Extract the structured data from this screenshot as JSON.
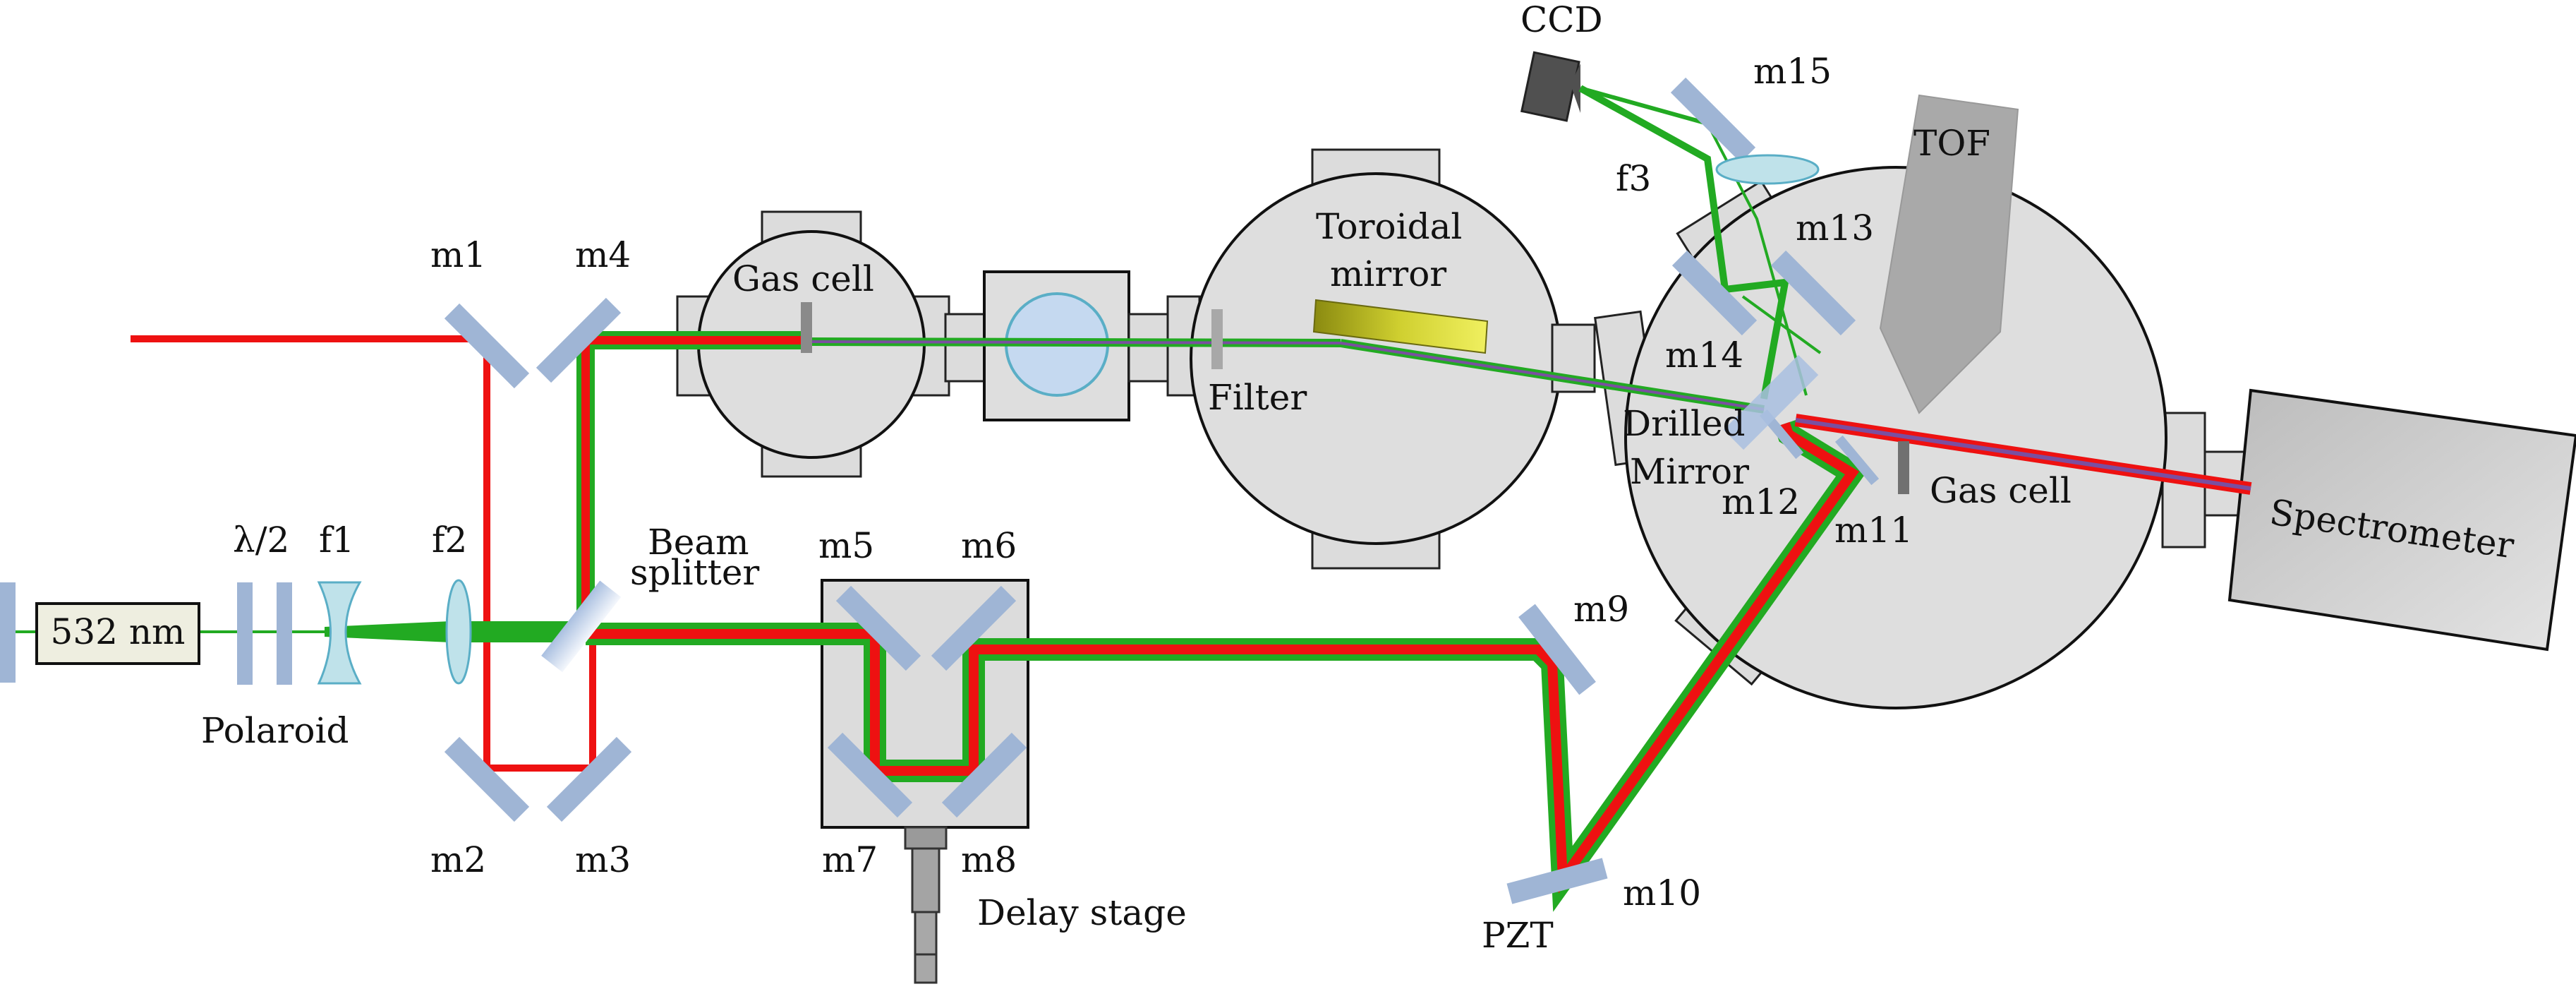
{
  "labels": {
    "laser": "532 nm",
    "half_wave": "λ/2",
    "polaroid": "Polaroid",
    "f1": "f1",
    "f2": "f2",
    "f3": "f3",
    "m1": "m1",
    "m2": "m2",
    "m3": "m3",
    "m4": "m4",
    "m5": "m5",
    "m6": "m6",
    "m7": "m7",
    "m8": "m8",
    "m9": "m9",
    "m10": "m10",
    "m11": "m11",
    "m12": "m12",
    "m13": "m13",
    "m14": "m14",
    "m15": "m15",
    "beam_splitter_1": "Beam",
    "beam_splitter_2": "splitter",
    "gas_cell_1": "Gas cell",
    "gas_cell_2": "Gas cell",
    "toroidal_1": "Toroidal",
    "toroidal_2": "mirror",
    "filter": "Filter",
    "drilled_1": "Drilled",
    "drilled_2": "Mirror",
    "tof": "TOF",
    "ccd": "CCD",
    "spectrometer": "Spectrometer",
    "delay_stage": "Delay stage",
    "pzt": "PZT"
  },
  "colors": {
    "ir_beam": "#ee1111",
    "green_beam": "#22aa22",
    "xuv_beam": "#7a4fa0",
    "mirror": "#9fb5d5",
    "chamber": "#dedede",
    "toroidal": "#b8b81a",
    "lens": "#bfe2ea"
  }
}
